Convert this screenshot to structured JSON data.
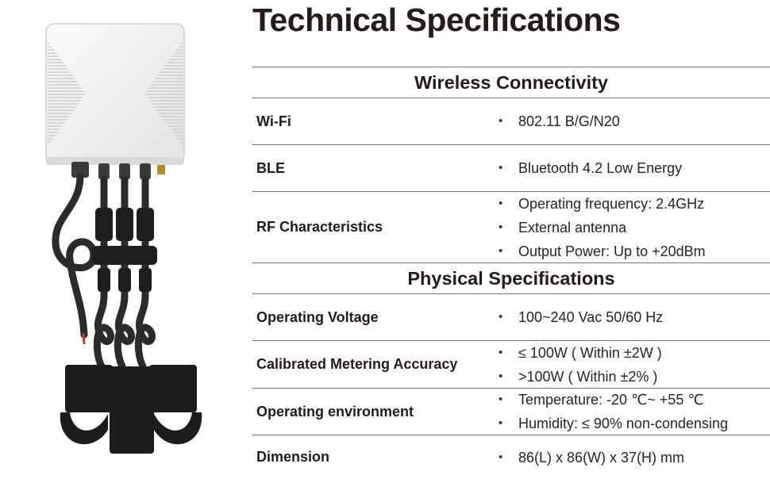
{
  "title": "Technical Specifications",
  "sections": [
    {
      "heading": "Wireless Connectivity",
      "rows": [
        {
          "label": "Wi-Fi",
          "values": [
            "802.11 B/G/N20"
          ]
        },
        {
          "label": "BLE",
          "values": [
            "Bluetooth 4.2 Low Energy"
          ]
        },
        {
          "label": "RF Characteristics",
          "values": [
            "Operating frequency: 2.4GHz",
            "External antenna",
            "Output Power: Up to +20dBm"
          ]
        }
      ]
    },
    {
      "heading": "Physical Specifications",
      "rows": [
        {
          "label": "Operating Voltage",
          "values": [
            "100~240 Vac 50/60 Hz"
          ]
        },
        {
          "label": "Calibrated Metering Accuracy",
          "values": [
            "≤ 100W ( Within ±2W )",
            ">100W ( Within ±2% )"
          ]
        },
        {
          "label": "Operating environment",
          "values": [
            "Temperature: -20 ℃~ +55 ℃",
            "Humidity: ≤ 90% non-condensing"
          ]
        },
        {
          "label": "Dimension",
          "values": [
            "86(L) x 86(W) x 37(H) mm"
          ]
        }
      ]
    }
  ],
  "colors": {
    "text": "#231c18",
    "rule": "#6e6a67",
    "device_body": "#f4f4f4",
    "cable": "#2b2b2b"
  }
}
